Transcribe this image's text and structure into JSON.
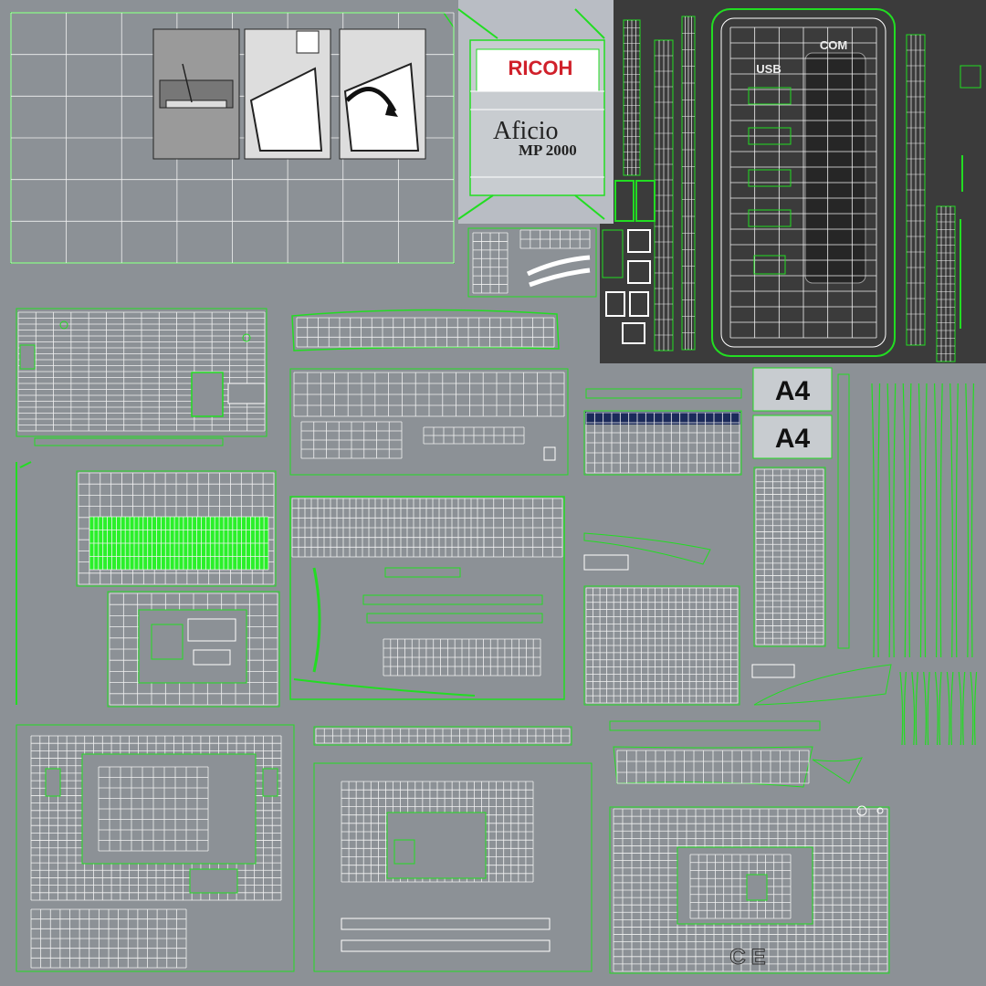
{
  "labels": {
    "ricoh": "RICOH",
    "aficio": "Aficio",
    "model": "MP 2000",
    "usb": "USB",
    "com": "COM",
    "paper_a": "A4",
    "paper_b": "A4",
    "ce_mark": "CE"
  },
  "colors": {
    "background": "#8c9196",
    "wire": "#f2f2f2",
    "edge": "#22dd22",
    "fill_green": "#2af02a",
    "dark_panel": "#3b3b3b",
    "ricoh_red": "#d0202a",
    "label_bg": "#c8ccd0"
  }
}
